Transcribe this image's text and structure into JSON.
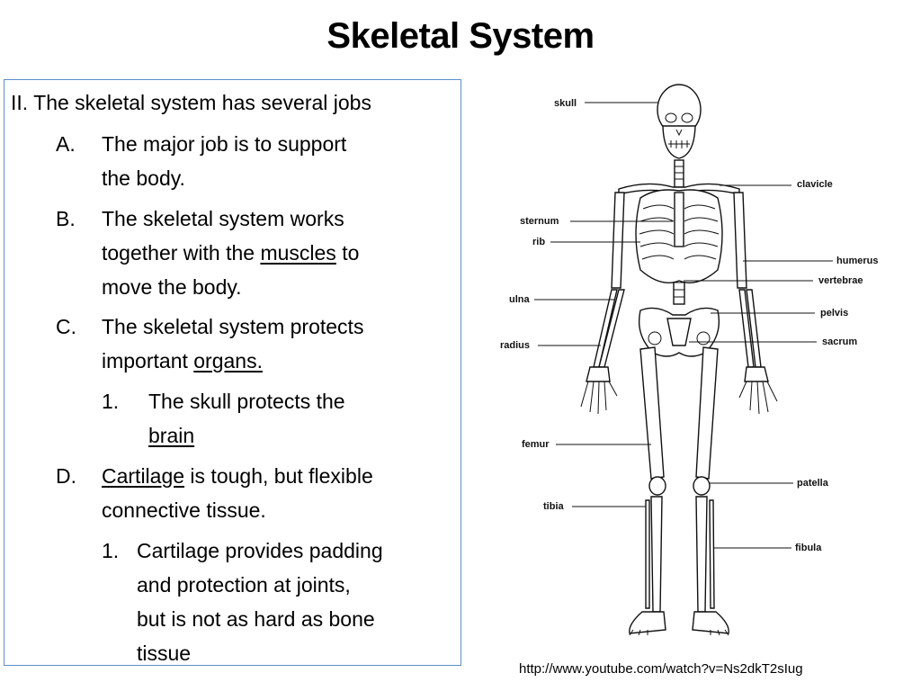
{
  "slide": {
    "title": "Skeletal System",
    "intro": "II. The skeletal system has several jobs",
    "items": [
      {
        "marker": "A.",
        "lines": [
          "The major job is to support",
          "the body."
        ]
      },
      {
        "marker": "B.",
        "line1": "The skeletal system works",
        "line2_pre": "together with the ",
        "line2_link": "muscles",
        "line2_post": " to",
        "line3": "move the body."
      },
      {
        "marker": "C.",
        "line1": "The skeletal system protects",
        "line2_pre": "important ",
        "line2_link": "organs."
      },
      {
        "marker": "1.",
        "line1": "The skull protects the",
        "line2_link": "brain"
      },
      {
        "marker": "D.",
        "line1_link": "Cartilage",
        "line1_post": " is tough, but flexible",
        "line2": "connective tissue."
      },
      {
        "marker": "1.",
        "lines": [
          "Cartilage provides padding",
          "and protection at joints,",
          "but is not as hard as bone",
          "tissue"
        ]
      }
    ]
  },
  "diagram": {
    "labels": {
      "skull": "skull",
      "clavicle": "clavicle",
      "sternum": "sternum",
      "rib": "rib",
      "humerus": "humerus",
      "vertebrae": "vertebrae",
      "ulna": "ulna",
      "pelvis": "pelvis",
      "radius": "radius",
      "sacrum": "sacrum",
      "femur": "femur",
      "patella": "patella",
      "tibia": "tibia",
      "fibula": "fibula"
    }
  },
  "source_url": "http://www.youtube.com/watch?v=Ns2dkT2sIug"
}
